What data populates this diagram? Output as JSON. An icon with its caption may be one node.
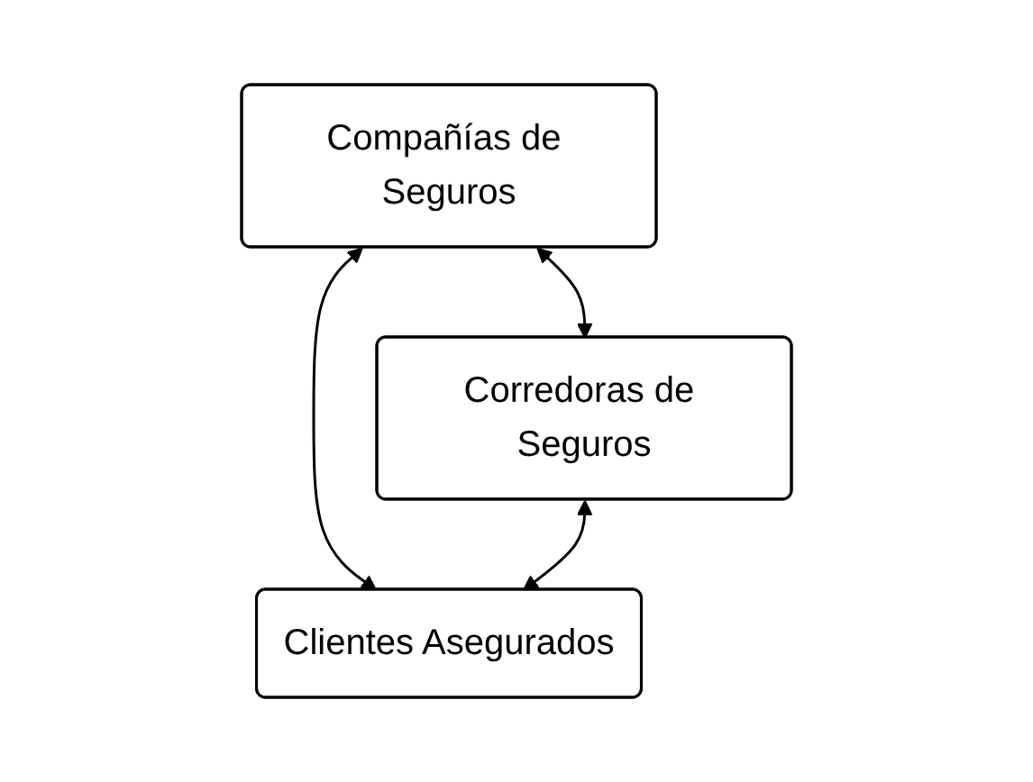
{
  "diagram": {
    "nodes": [
      {
        "text": [
          "Compañías de Seguros"
        ]
      },
      {
        "text": [
          "Corredoras de Seguros"
        ]
      },
      {
        "text": [
          "Clientes Asegurados"
        ]
      }
    ],
    "edges": [
      {
        "from": 0,
        "to": 1,
        "arrow": "both"
      },
      {
        "from": 0,
        "to": 2,
        "arrow": "both"
      },
      {
        "from": 1,
        "to": 2,
        "arrow": "both"
      }
    ]
  }
}
